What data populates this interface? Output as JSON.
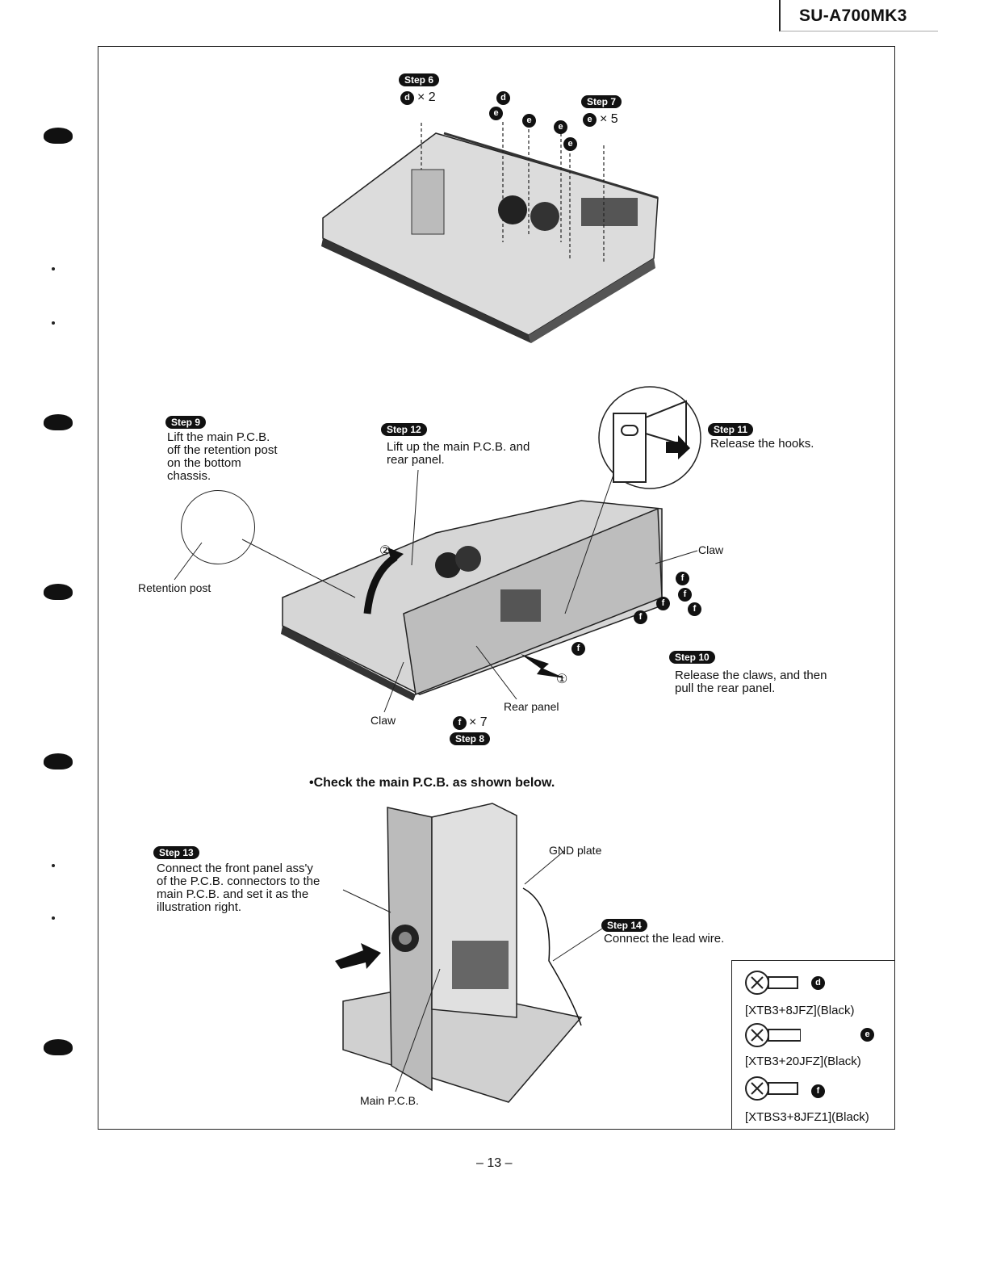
{
  "header": {
    "model": "SU-A700MK3"
  },
  "steps": {
    "step6": {
      "label": "Step 6",
      "count_screw": "d",
      "count": "× 2"
    },
    "step7": {
      "label": "Step 7",
      "count_screw": "e",
      "count": "× 5"
    },
    "step8": {
      "label": "Step 8",
      "count_screw": "f",
      "count": "× 7"
    },
    "step9": {
      "label": "Step 9",
      "text": "Lift the main P.C.B.\noff the retention post\non the bottom\nchassis."
    },
    "step10": {
      "label": "Step 10",
      "text": "Release the claws, and then\npull the rear panel."
    },
    "step11": {
      "label": "Step 11",
      "text": "Release the hooks."
    },
    "step12": {
      "label": "Step 12",
      "text": "Lift up the main P.C.B. and\nrear panel."
    },
    "step13": {
      "label": "Step 13",
      "text": "Connect the front panel ass'y\nof the P.C.B. connectors to the\nmain P.C.B. and set it as the\nillustration right."
    },
    "step14": {
      "label": "Step 14",
      "text": "Connect the lead wire."
    }
  },
  "labels": {
    "retention_post": "Retention post",
    "claw_right": "Claw",
    "claw_bottom": "Claw",
    "rear_panel": "Rear panel",
    "gnd_plate": "GND plate",
    "main_pcb": "Main P.C.B.",
    "circle1": "①",
    "circle2": "②"
  },
  "screw_markers": {
    "top": [
      "d",
      "e",
      "d",
      "e",
      "e",
      "e"
    ],
    "middle": [
      "f",
      "f",
      "f",
      "f",
      "f",
      "f"
    ]
  },
  "check_note": "•Check the main P.C.B. as shown below.",
  "legend": [
    {
      "marker": "d",
      "part": "[XTB3+8JFZ](Black)"
    },
    {
      "marker": "e",
      "part": "[XTB3+20JFZ](Black)"
    },
    {
      "marker": "f",
      "part": "[XTBS3+8JFZ1](Black)"
    }
  ],
  "page_number": "– 13 –"
}
